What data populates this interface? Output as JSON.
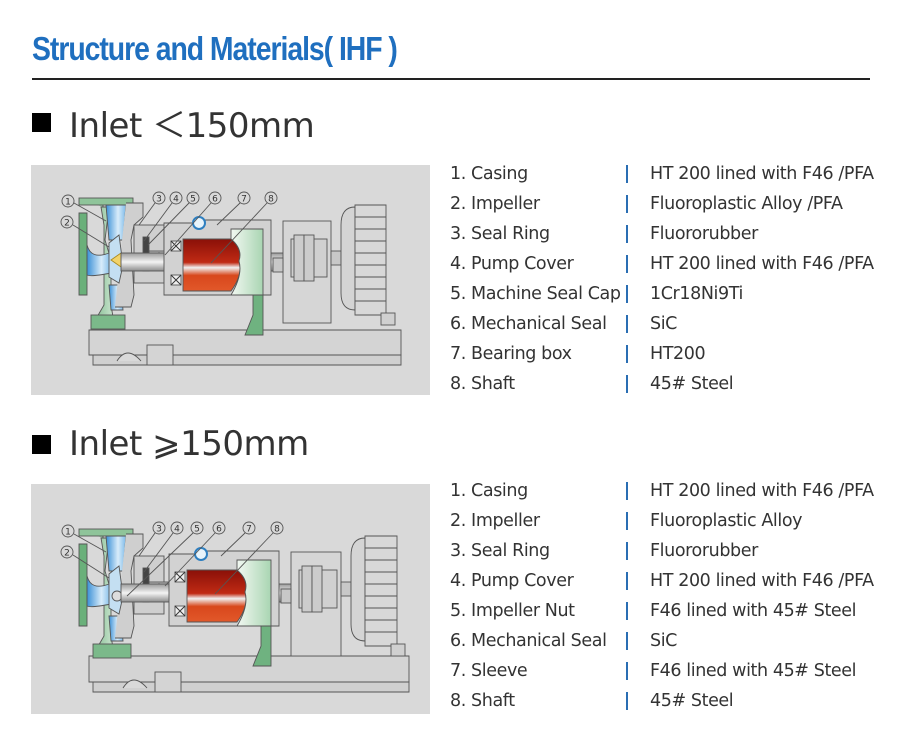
{
  "page": {
    "title": "Structure and Materials( IHF )",
    "accent_color": "#1f6fbf",
    "separator_color": "#2a6eb3"
  },
  "sections": [
    {
      "heading": "Inlet ＜150mm",
      "diagram": {
        "callouts": [
          "1",
          "2",
          "3",
          "4",
          "5",
          "6",
          "7",
          "8"
        ],
        "description": "Cross-section of IHF lined pump, small inlet"
      },
      "parts": [
        {
          "name": "1. Casing",
          "material": "HT 200 lined with F46 /PFA"
        },
        {
          "name": "2. Impeller",
          "material": "Fluoroplastic Alloy /PFA"
        },
        {
          "name": "3. Seal Ring",
          "material": "Fluororubber"
        },
        {
          "name": "4. Pump Cover",
          "material": "HT 200 lined with F46 /PFA"
        },
        {
          "name": "5. Machine Seal Cap",
          "material": "1Cr18Ni9Ti"
        },
        {
          "name": "6. Mechanical Seal",
          "material": "SiC"
        },
        {
          "name": "7. Bearing box",
          "material": "HT200"
        },
        {
          "name": "8. Shaft",
          "material": "45# Steel"
        }
      ]
    },
    {
      "heading": "Inlet ⩾150mm",
      "diagram": {
        "callouts": [
          "1",
          "2",
          "3",
          "4",
          "5",
          "6",
          "7",
          "8"
        ],
        "description": "Cross-section of IHF lined pump, large inlet"
      },
      "parts": [
        {
          "name": "1. Casing",
          "material": "HT 200 lined with F46 /PFA"
        },
        {
          "name": "2. Impeller",
          "material": "Fluoroplastic Alloy"
        },
        {
          "name": "3. Seal Ring",
          "material": "Fluororubber"
        },
        {
          "name": "4. Pump Cover",
          "material": "HT 200 lined with F46 /PFA"
        },
        {
          "name": "5. Impeller Nut",
          "material": "F46 lined with 45# Steel"
        },
        {
          "name": "6. Mechanical Seal",
          "material": "SiC"
        },
        {
          "name": "7. Sleeve",
          "material": "F46 lined with 45# Steel"
        },
        {
          "name": "8. Shaft",
          "material": "45# Steel"
        }
      ]
    }
  ]
}
